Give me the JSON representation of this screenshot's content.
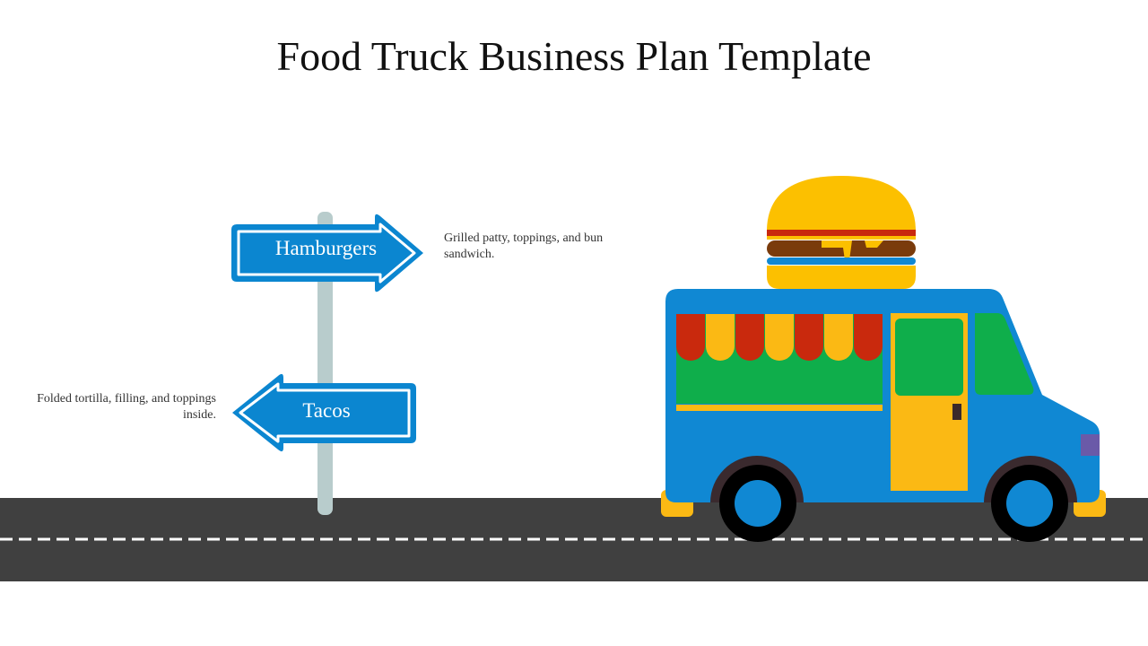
{
  "slide": {
    "title": "Food Truck Business Plan Template"
  },
  "signs": [
    {
      "label": "Hamburgers",
      "direction": "right",
      "description": "Grilled patty, toppings, and bun sandwich."
    },
    {
      "label": "Tacos",
      "direction": "left",
      "description": "Folded tortilla, filling, and toppings inside."
    }
  ],
  "colors": {
    "sign_blue": "#0b86d0",
    "road": "#404040",
    "truck_body": "#1088d3",
    "awning_red": "#c9290d",
    "awning_yellow": "#fbb914",
    "window_green": "#0fae4b",
    "bun_yellow": "#fcc000",
    "patty_brown": "#7a3b0c",
    "pole_gray": "#b8cccc"
  }
}
